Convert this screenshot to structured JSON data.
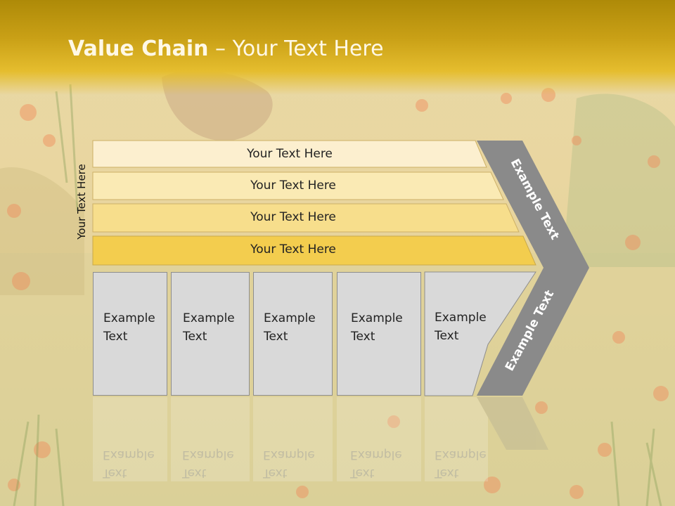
{
  "title": {
    "bold": "Value Chain",
    "rest": " – Your Text Here"
  },
  "side_label": "Your Text Here",
  "bars": [
    "Your Text Here",
    "Your Text Here",
    "Your Text Here",
    "Your Text Here"
  ],
  "boxes": [
    {
      "line1": "Example",
      "line2": "Text"
    },
    {
      "line1": "Example",
      "line2": "Text"
    },
    {
      "line1": "Example",
      "line2": "Text"
    },
    {
      "line1": "Example",
      "line2": "Text"
    },
    {
      "line1": "Example",
      "line2": "Text"
    }
  ],
  "arrow": {
    "upper": "Example Text",
    "lower": "Example Text"
  },
  "colors": {
    "header": "#c9a016",
    "bar_light": "#fcefc8",
    "bar_dark": "#f3cd4e",
    "box": "#d9d9d9",
    "arrow": "#8a8a8a"
  }
}
